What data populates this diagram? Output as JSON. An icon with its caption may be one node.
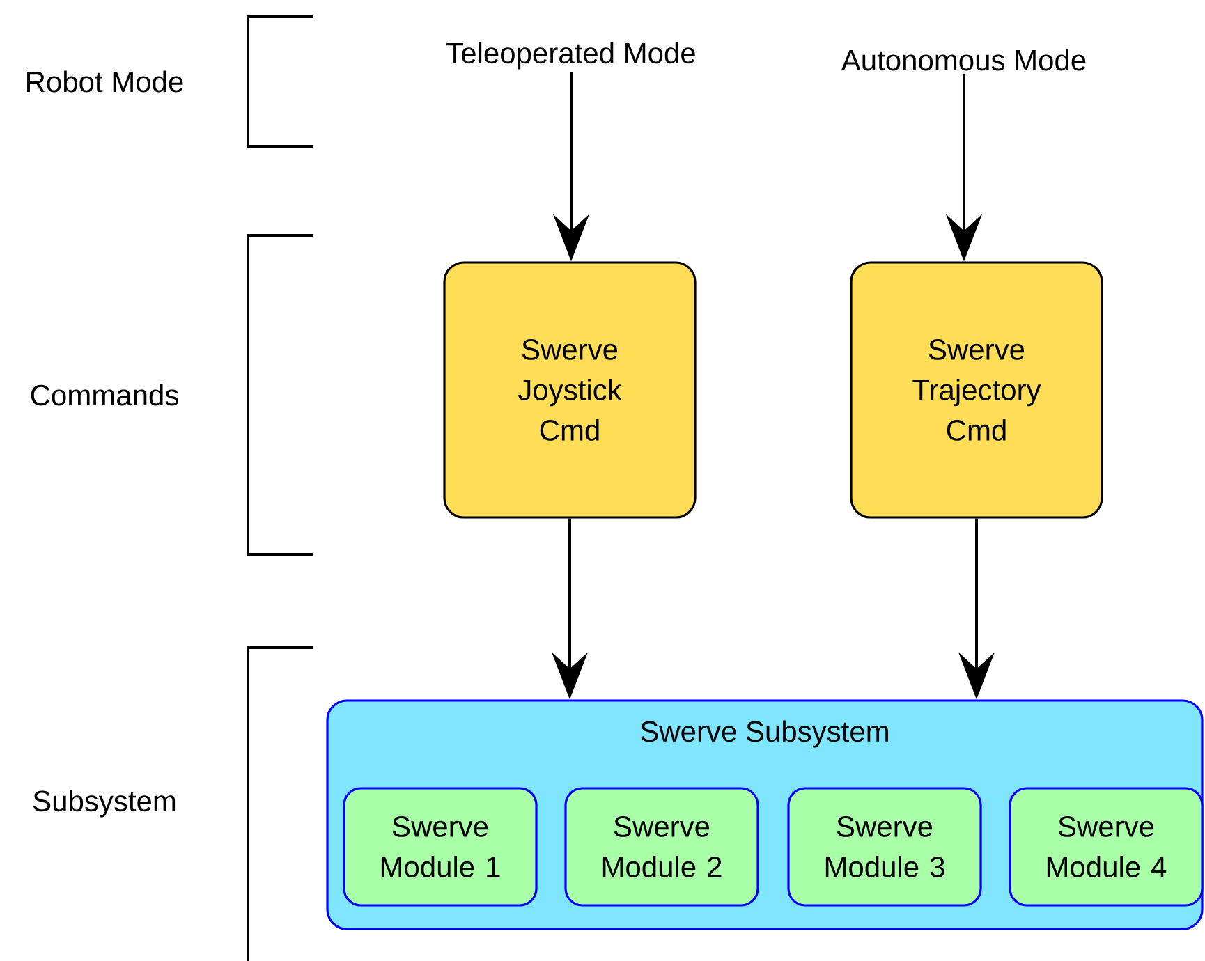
{
  "diagram": {
    "nodes": [
      {
        "text": [
          "Teleoperated Mode"
        ]
      },
      {
        "text": [
          "Autonomous Mode"
        ]
      },
      {
        "text": [
          "Swerve Joystick Cmd"
        ]
      },
      {
        "text": [
          "Swerve Trajectory Cmd"
        ]
      },
      {
        "text": [
          "Swerve Subsystem"
        ]
      },
      {
        "text": [
          "Swerve Module 1"
        ],
        "in": 4
      },
      {
        "text": [
          "Swerve Module 2"
        ],
        "in": 4
      },
      {
        "text": [
          "Swerve Module 3"
        ],
        "in": 4
      },
      {
        "text": [
          "Swerve Module 4"
        ],
        "in": 4
      }
    ],
    "edges": [
      {
        "from": 0,
        "to": 2,
        "arrow": "to"
      },
      {
        "from": 1,
        "to": 3,
        "arrow": "to"
      },
      {
        "from": 2,
        "to": 4,
        "arrow": "to"
      },
      {
        "from": 3,
        "to": 4,
        "arrow": "to"
      }
    ],
    "labels": [
      "Robot Mode",
      "Commands",
      "Subsystem"
    ]
  }
}
